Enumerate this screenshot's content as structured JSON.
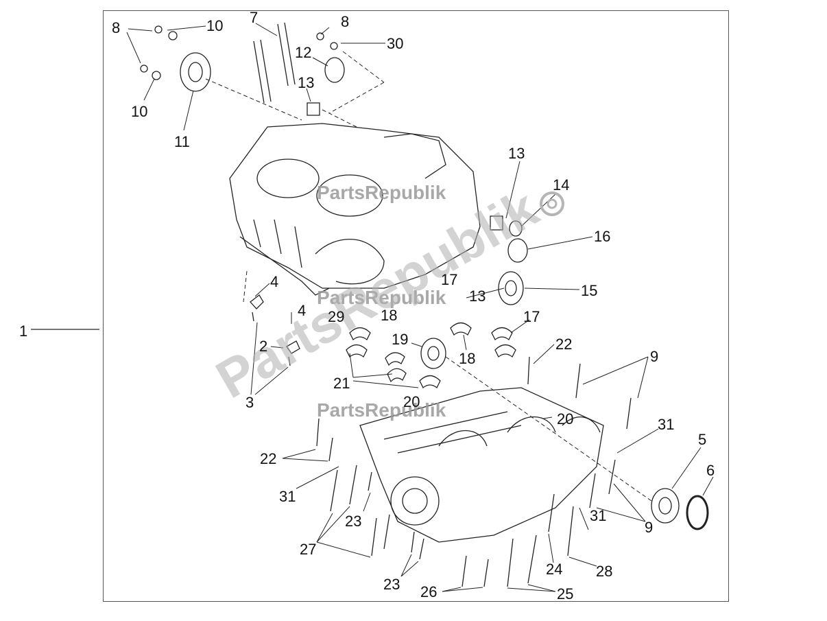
{
  "diagram": {
    "callouts": [
      "1",
      "2",
      "3",
      "4",
      "4",
      "5",
      "6",
      "7",
      "8",
      "8",
      "9",
      "9",
      "10",
      "10",
      "11",
      "12",
      "13",
      "13",
      "13",
      "14",
      "15",
      "16",
      "17",
      "17",
      "18",
      "18",
      "19",
      "20",
      "20",
      "21",
      "22",
      "22",
      "23",
      "23",
      "24",
      "25",
      "26",
      "27",
      "28",
      "29",
      "30",
      "31",
      "31",
      "31"
    ]
  },
  "watermark": {
    "brand": "PartsRepublik",
    "brand_big": "PartsRepublik"
  }
}
